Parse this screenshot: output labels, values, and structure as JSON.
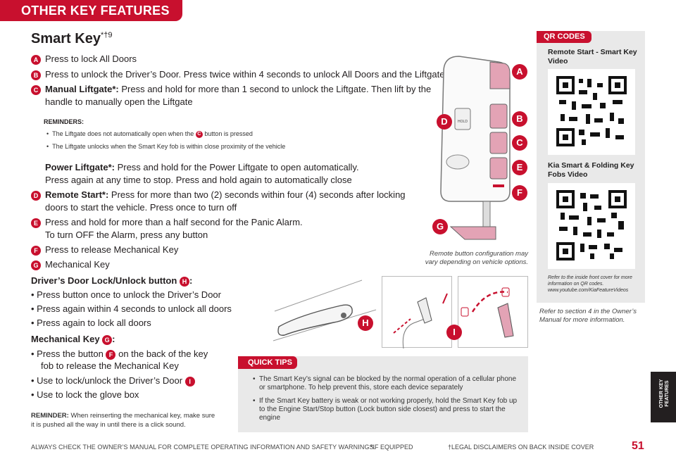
{
  "header": {
    "section_label": "OTHER KEY FEATURES"
  },
  "title": {
    "text": "Smart Key",
    "sup": "*†9"
  },
  "items": [
    {
      "badge": "A",
      "text": "Press to lock All Doors"
    },
    {
      "badge": "B",
      "text": "Press to unlock the Driver’s Door. Press twice within 4 seconds to unlock All Doors and the Liftgate"
    },
    {
      "badge": "C",
      "bold": "Manual Liftgate*:",
      "text": " Press and hold for more than 1 second to unlock the Liftgate. Then lift by the",
      "text2": "handle to manually open the Liftgate"
    }
  ],
  "reminders": {
    "heading": "REMINDERS:",
    "r1a": "The Liftgate does not automatically open when the",
    "r1badge": "C",
    "r1b": "button is pressed",
    "r2": "The Liftgate unlocks when the Smart Key fob is within close proximity of the vehicle"
  },
  "power_liftgate": {
    "bold": "Power Liftgate*:",
    "text": " Press and hold for the Power Liftgate to open automatically.",
    "text2": "Press again at any time to stop. Press and hold again to automatically close"
  },
  "item_d": {
    "badge": "D",
    "bold": "Remote Start*:",
    "text": " Press for more than two (2) seconds within four (4) seconds after locking",
    "text2": "doors to start the vehicle. Press once to turn off"
  },
  "item_e": {
    "badge": "E",
    "text": "Press and hold for more than a half second for the Panic Alarm.",
    "text2": "To turn OFF the Alarm, press any button"
  },
  "item_f": {
    "badge": "F",
    "text": "Press to release Mechanical Key"
  },
  "item_g": {
    "badge": "G",
    "text": "Mechanical Key"
  },
  "door_lock": {
    "heading": "Driver’s Door Lock/Unlock button",
    "badge": "H",
    "bullets": [
      "Press button once to unlock the Driver’s Door",
      "Press again within 4 seconds to unlock all doors",
      "Press again to lock all doors"
    ]
  },
  "mech_key": {
    "heading": "Mechanical Key",
    "badge": "G",
    "b1a": "Press the button",
    "b1badge": "F",
    "b1b": "on the back of the key",
    "b1c": "fob to release the Mechanical Key",
    "b2": "Use to lock/unlock the Driver’s Door",
    "b2badge": "I",
    "b3": "Use to lock the glove box"
  },
  "reminder_small": {
    "label": "REMINDER:",
    "text1": " When reinserting the mechanical key, make sure",
    "text2": "it is pushed all the way in until there is a click sound."
  },
  "remote_note": "Remote button configuration may vary depending on vehicle options.",
  "qr": {
    "tag": "QR CODES",
    "title1": "Remote Start - Smart Key Video",
    "title2": "Kia Smart & Folding Key Fobs Video",
    "note1": "Refer to the inside front cover for more information on QR codes.",
    "note2": "www.youtube.com/KiaFeatureVideos"
  },
  "owner_note": "Refer to section 4 in the Owner’s Manual for more information.",
  "quick_tips": {
    "tag": "QUICK TIPS",
    "t1": "The Smart Key’s signal can be blocked by the normal operation of a cellular phone or smartphone. To help prevent this, store each device separately",
    "t2": "If the Smart Key battery is weak or not working properly, hold the Smart Key fob up to the Engine Start/Stop button (Lock button side closest) and press to start the engine"
  },
  "key_labels": {
    "a": "A",
    "b": "B",
    "c": "C",
    "d": "D",
    "e": "E",
    "f": "F",
    "g": "G",
    "h": "H",
    "i": "I",
    "hold": "HOLD"
  },
  "footer": {
    "warning": "ALWAYS CHECK THE OWNER’S MANUAL FOR COMPLETE OPERATING INFORMATION AND SAFETY WARNINGS.",
    "equipped": "*IF EQUIPPED",
    "legal": "†LEGAL DISCLAIMERS ON BACK INSIDE COVER",
    "page": "51"
  },
  "side_tab": "OTHER KEY FEATURES",
  "colors": {
    "accent": "#c8102e",
    "panel": "#e9e9e9"
  }
}
